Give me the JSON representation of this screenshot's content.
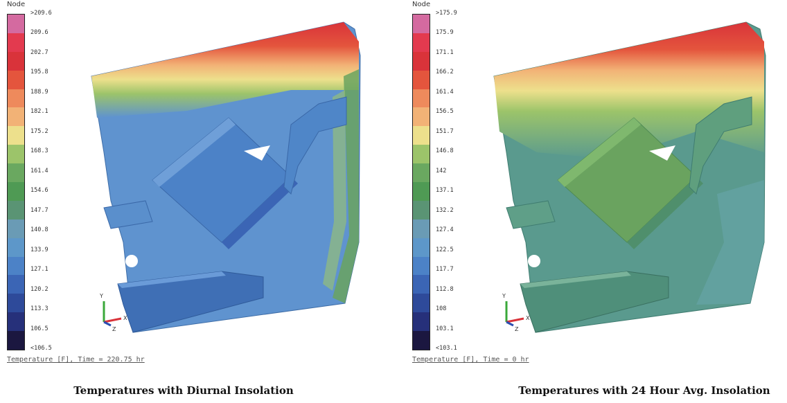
{
  "panels": [
    {
      "legend_title": "Node",
      "ticks": [
        ">209.6",
        "209.6",
        "202.7",
        "195.8",
        "188.9",
        "182.1",
        "175.2",
        "168.3",
        "161.4",
        "154.6",
        "147.7",
        "140.8",
        "133.9",
        "127.1",
        "120.2",
        "113.3",
        "106.5",
        "<106.5"
      ],
      "colormap": [
        "#1b1740",
        "#26307a",
        "#2e4a9a",
        "#3b65b5",
        "#4c82c7",
        "#5d97c9",
        "#6a9bb5",
        "#5a9474",
        "#4f9a54",
        "#6aa860",
        "#9cc46a",
        "#ede08c",
        "#f2b276",
        "#ee8a5c",
        "#e4553d",
        "#d9333a",
        "#e33a4f",
        "#d46aa0"
      ],
      "caption_small": "Temperature [F], Time = 220.75 hr",
      "caption_main": "Temperatures with Diurnal Insolation",
      "body_base": "#5f93cf",
      "body_base_light": "#7aa8dc",
      "side_dark": "#4a7bb8",
      "band_green": "#6aa35f",
      "triad_labels": [
        "Y",
        "X",
        "Z"
      ]
    },
    {
      "legend_title": "Node",
      "ticks": [
        ">175.9",
        "175.9",
        "171.1",
        "166.2",
        "161.4",
        "156.5",
        "151.7",
        "146.8",
        "142",
        "137.1",
        "132.2",
        "127.4",
        "122.5",
        "117.7",
        "112.8",
        "108",
        "103.1",
        "<103.1"
      ],
      "colormap": [
        "#1b1740",
        "#26307a",
        "#2e4a9a",
        "#3b65b5",
        "#4c82c7",
        "#5d97c9",
        "#6a9bb5",
        "#5a9474",
        "#4f9a54",
        "#6aa860",
        "#9cc46a",
        "#ede08c",
        "#f2b276",
        "#ee8a5c",
        "#e4553d",
        "#d9333a",
        "#e33a4f",
        "#d46aa0"
      ],
      "caption_small": "Temperature [F], Time = 0 hr",
      "caption_main": "Temperatures with 24 Hour Avg. Insolation",
      "body_base": "#5a9a8e",
      "body_base_light": "#6aa697",
      "side_dark": "#4f8a7c",
      "band_green": "#6aaa66",
      "triad_labels": [
        "Y",
        "X",
        "Z"
      ]
    }
  ]
}
